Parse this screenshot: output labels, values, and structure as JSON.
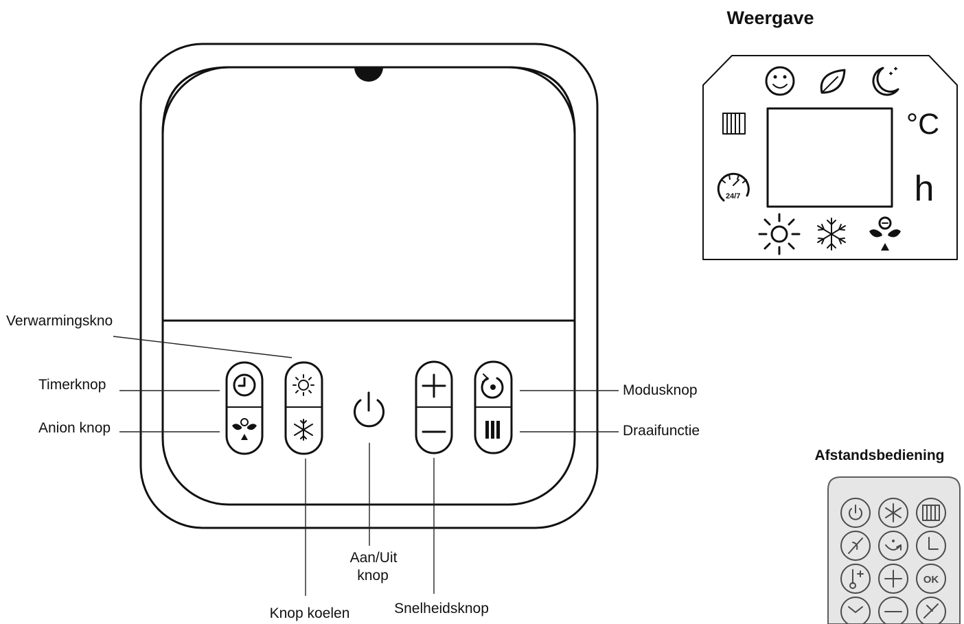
{
  "display": {
    "title": "Weergave",
    "unit_celsius": "°C",
    "unit_hours": "h",
    "icons": [
      "smiley-icon",
      "leaf-icon",
      "moon-stars-icon",
      "radiator-icon",
      "timer-24-7-icon",
      "sun-icon",
      "snowflake-icon",
      "anion-icon"
    ]
  },
  "remote": {
    "title": "Afstandsbediening",
    "ok_label": "OK",
    "buttons": [
      "power-icon",
      "snowflake-icon",
      "radiator-icon",
      "fan-off-icon",
      "swing-icon",
      "timer-icon",
      "temp-plus-icon",
      "plus-icon",
      "ok",
      "clock-icon",
      "minus-icon",
      "24-7-icon"
    ]
  },
  "callouts": {
    "heating": "Verwarmingskno",
    "timer": "Timerknop",
    "anion": "Anion knop",
    "mode": "Modusknop",
    "swing": "Draaifunctie",
    "power_line1": "Aan/Uit",
    "power_line2": "knop",
    "cooling": "Knop koelen",
    "speed": "Snelheidsknop"
  },
  "icon_text": {
    "badge_24_7": "24/7"
  },
  "colors": {
    "line": "#111111",
    "remote_body": "#e6e6e6",
    "remote_button": "#4a4a4a"
  }
}
